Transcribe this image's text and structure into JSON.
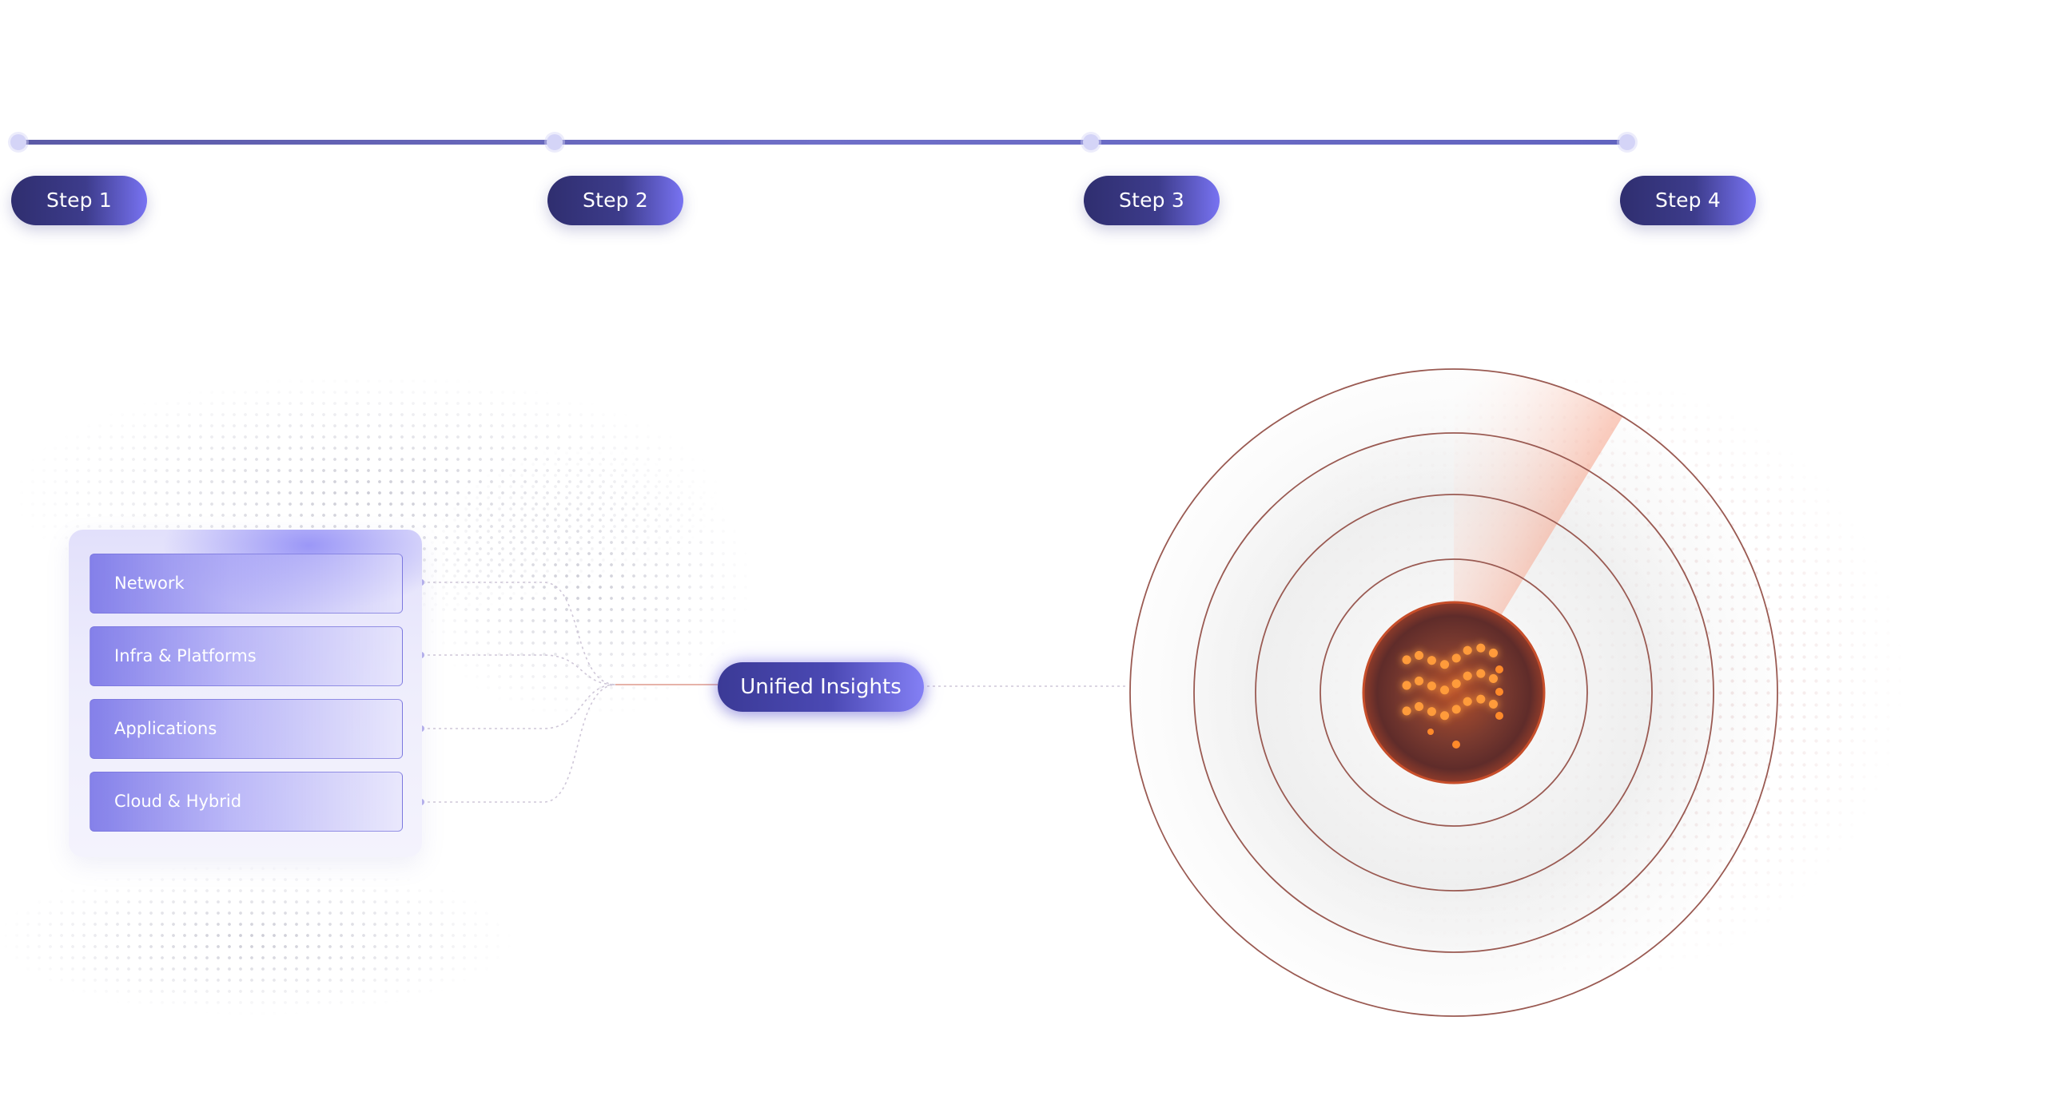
{
  "timeline": {
    "steps": [
      {
        "label": "Step 1"
      },
      {
        "label": "Step 2"
      },
      {
        "label": "Step 3"
      },
      {
        "label": "Step 4"
      }
    ]
  },
  "sources": {
    "items": [
      {
        "label": "Network"
      },
      {
        "label": "Infra & Platforms"
      },
      {
        "label": "Applications"
      },
      {
        "label": "Cloud & Hybrid"
      }
    ]
  },
  "insights": {
    "label": "Unified Insights"
  },
  "colors": {
    "accent_dark": "#2f2e6f",
    "accent_light": "#7873f2",
    "radar_ring": "#9a5a52",
    "radar_glow": "#ffa640"
  },
  "icons": {
    "radar_core": "wave-pattern-icon"
  }
}
